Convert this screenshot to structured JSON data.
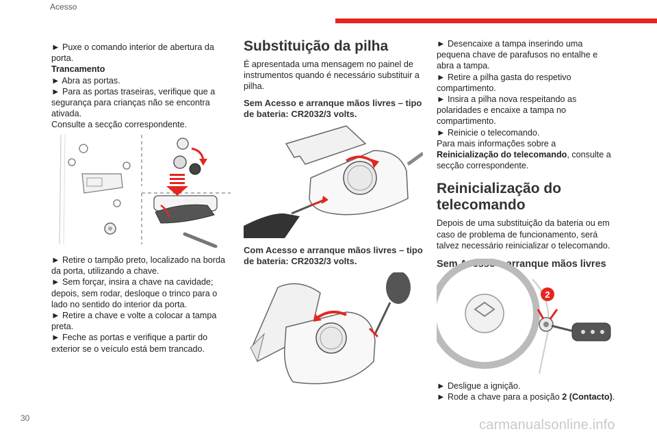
{
  "header": {
    "section": "Acesso",
    "accent_color": "#e4261f"
  },
  "page_number": "30",
  "watermark": "carmanualsonline.info",
  "col1": {
    "p1": "► Puxe o comando interior de abertura da porta.",
    "lock_heading": "Trancamento",
    "p2": "► Abra as portas.",
    "p3": "► Para as portas traseiras, verifique que a segurança para crianças não se encontra ativada.",
    "p4": "Consulte a secção correspondente.",
    "p5": "► Retire o tampão preto, localizado na borda da porta, utilizando a chave.",
    "p6": "► Sem forçar, insira a chave na cavidade; depois, sem rodar, desloque o trinco para o lado no sentido do interior da porta.",
    "p7": "► Retire a chave e volte a colocar a tampa preta.",
    "p8": "► Feche as portas e verifique a partir do exterior se o veículo está bem trancado."
  },
  "col2": {
    "title": "Substituição da pilha",
    "intro": "É apresentada uma mensagem no painel de instrumentos quando é necessário substituir a pilha.",
    "sub1": "Sem Acesso e arranque mãos livres – tipo de bateria: CR2032/3 volts.",
    "sub2": "Com Acesso e arranque mãos livres – tipo de bateria: CR2032/3 volts."
  },
  "col3": {
    "p1": "► Desencaixe a tampa inserindo uma pequena chave de parafusos no entalhe e abra a tampa.",
    "p2": "► Retire a pilha gasta do respetivo compartimento.",
    "p3": "► Insira a pilha nova respeitando as polaridades e encaixe a tampa no compartimento.",
    "p4": "► Reinicie o telecomando.",
    "p5_pre": "Para mais informações sobre a ",
    "p5_bold": "Reinicialização do telecomando",
    "p5_post": ", consulte a secção correspondente.",
    "title": "Reinicialização do telecomando",
    "intro": "Depois de uma substituição da bateria ou em caso de problema de funcionamento, será talvez necessário reinicializar o telecomando.",
    "sub": "Sem Acesso e arranque mãos livres",
    "fig_badge": "2",
    "s1": "► Desligue a ignição.",
    "s2_pre": "► Rode a chave para a posição ",
    "s2_bold": "2 (Contacto)",
    "s2_post": "."
  }
}
